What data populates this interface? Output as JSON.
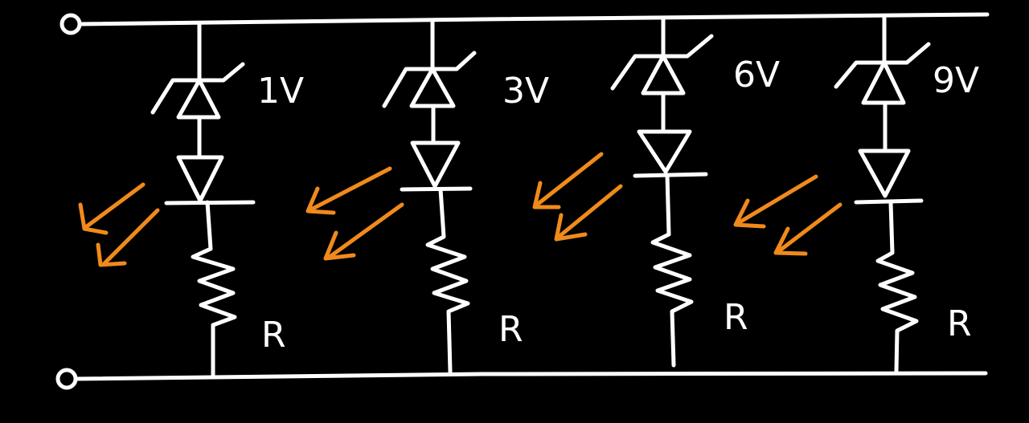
{
  "diagram": {
    "title": "Zener diode + LED bar-graph voltage indicator",
    "branches": [
      {
        "zener_label": "1V",
        "resistor_label": "R"
      },
      {
        "zener_label": "3V",
        "resistor_label": "R"
      },
      {
        "zener_label": "6V",
        "resistor_label": "R"
      },
      {
        "zener_label": "9V",
        "resistor_label": "R"
      }
    ],
    "colors": {
      "background": "#000000",
      "wire": "#ffffff",
      "light_arrow": "#f08a1c"
    }
  }
}
